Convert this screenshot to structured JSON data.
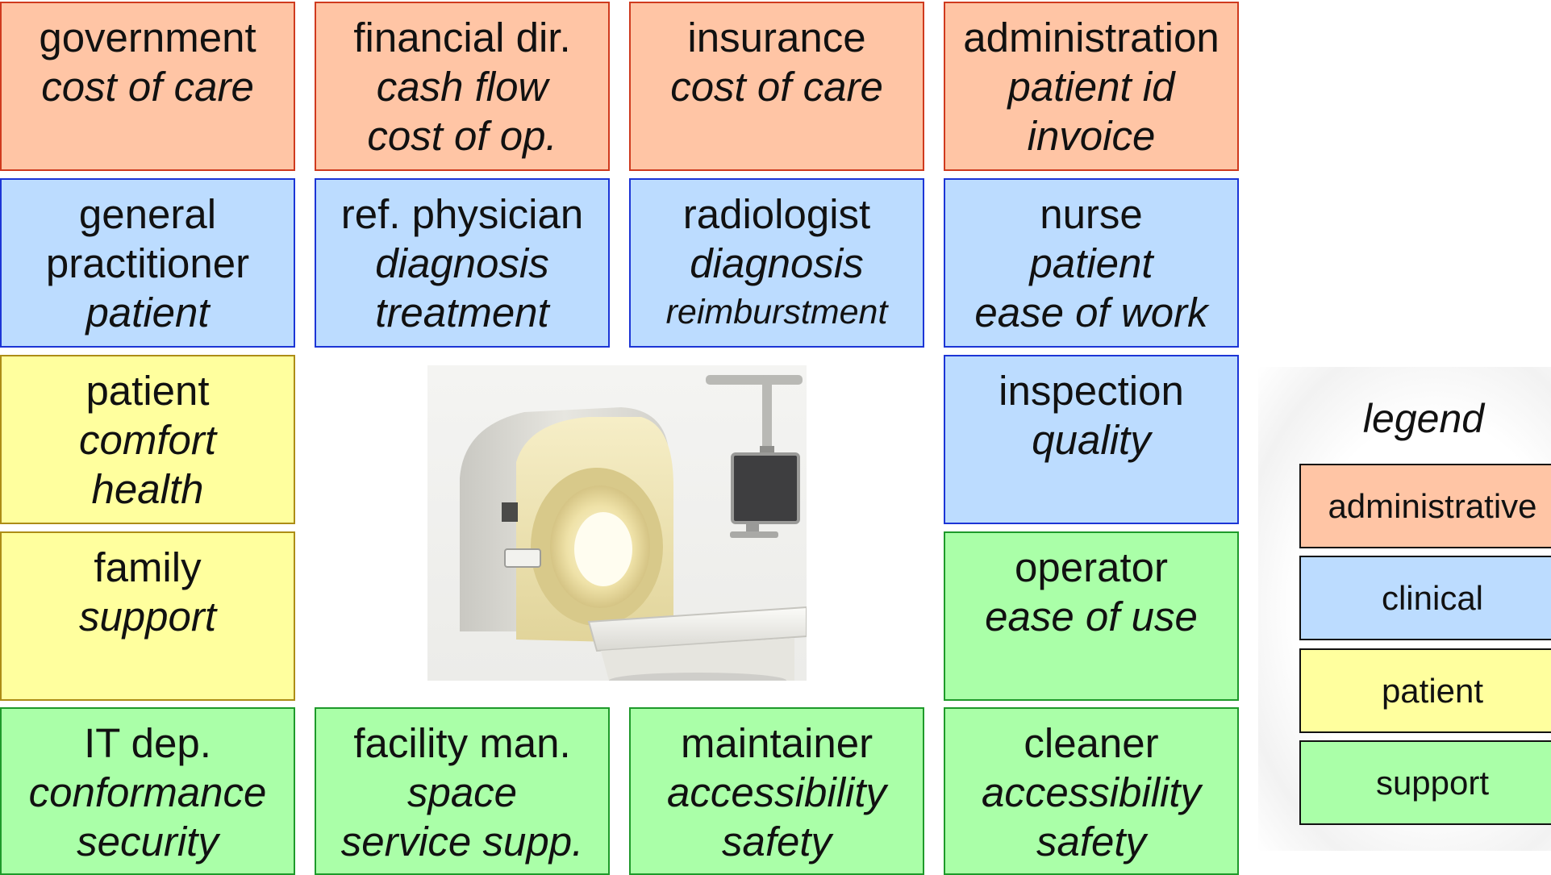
{
  "cards": [
    {
      "lines": [
        "government",
        "cost of care"
      ]
    },
    {
      "lines": [
        "financial dir.",
        "cash flow",
        "cost of op."
      ]
    },
    {
      "lines": [
        "insurance",
        "cost of care"
      ]
    },
    {
      "lines": [
        "administration",
        "patient id",
        "invoice"
      ]
    },
    {
      "lines": [
        "general",
        "practitioner",
        "patient"
      ]
    },
    {
      "lines": [
        "ref. physician",
        "diagnosis",
        "treatment"
      ]
    },
    {
      "lines": [
        "radiologist",
        "diagnosis",
        "reimburstment"
      ]
    },
    {
      "lines": [
        "nurse",
        "patient",
        "ease of work"
      ]
    },
    {
      "lines": [
        "patient",
        "comfort",
        "health"
      ]
    },
    {
      "lines": [
        "inspection",
        "quality"
      ]
    },
    {
      "lines": [
        "family",
        "support"
      ]
    },
    {
      "lines": [
        "operator",
        "ease of use"
      ]
    },
    {
      "lines": [
        "IT dep.",
        "conformance",
        "security"
      ]
    },
    {
      "lines": [
        "facility man.",
        "space",
        "service supp."
      ]
    },
    {
      "lines": [
        "maintainer",
        "accessibility",
        "safety"
      ]
    },
    {
      "lines": [
        "cleaner",
        "accessibility",
        "safety"
      ]
    }
  ],
  "legend": {
    "title": "legend",
    "items": [
      {
        "label": "administrative",
        "color": "#ffc5a5"
      },
      {
        "label": "clinical",
        "color": "#bcdcff"
      },
      {
        "label": "patient",
        "color": "#ffff9e"
      },
      {
        "label": "support",
        "color": "#aaffa8"
      }
    ]
  },
  "colors": {
    "administrative": "#ffc5a5",
    "clinical": "#bcdcff",
    "patient": "#ffff9e",
    "support": "#aaffa8"
  },
  "image": {
    "icon": "mri-scanner-icon"
  }
}
